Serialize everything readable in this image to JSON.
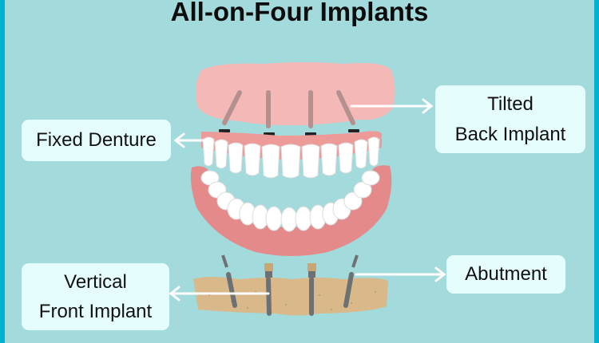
{
  "diagram": {
    "title": "All-on-Four Implants",
    "labels": {
      "fixed_denture": "Fixed Denture",
      "tilted_back_line1": "Tilted",
      "tilted_back_line2": "Back Implant",
      "vertical_front_line1": "Vertical",
      "vertical_front_line2": "Front Implant",
      "abutment": "Abutment"
    },
    "colors": {
      "background": "#a3dadc",
      "border": "#00b2cf",
      "label_box": "#e6fdfe",
      "gum": "#f4b9b6",
      "lower_gum": "#e58a8a",
      "bone": "#d9b98a",
      "implant": "#707476",
      "arrow": "#ffffff"
    }
  }
}
